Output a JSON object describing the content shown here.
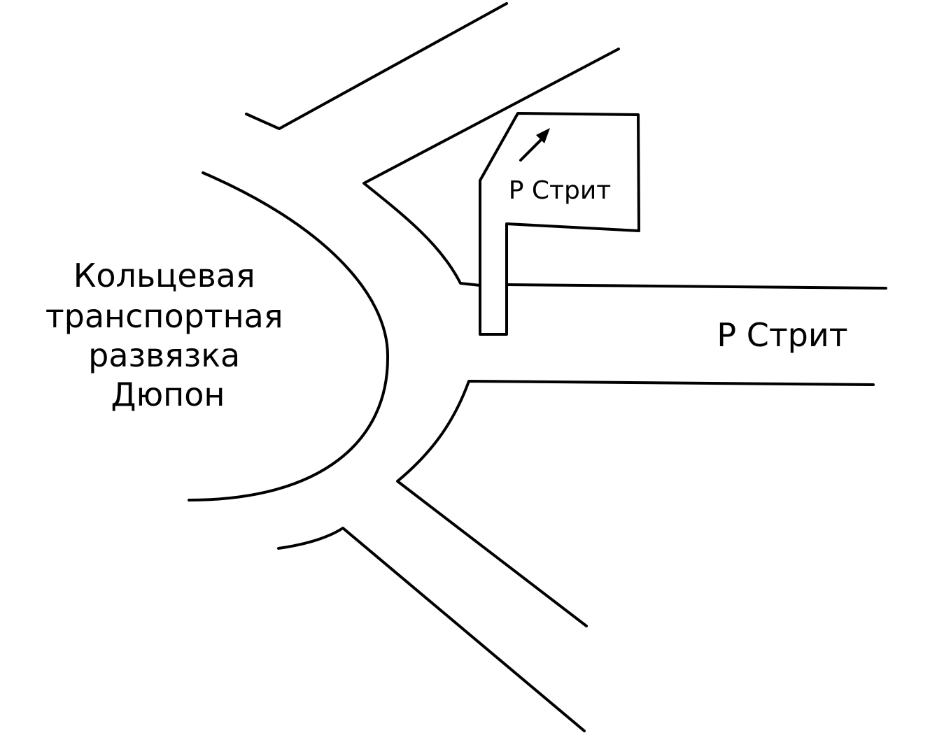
{
  "map": {
    "circle_label": [
      "Кольцевая",
      "транспортная",
      "развязка",
      "Дюпон"
    ],
    "street_label": "P Стрит",
    "ramp_label": "P Стрит",
    "colors": {
      "line": "#000000",
      "background": "#ffffff"
    }
  }
}
